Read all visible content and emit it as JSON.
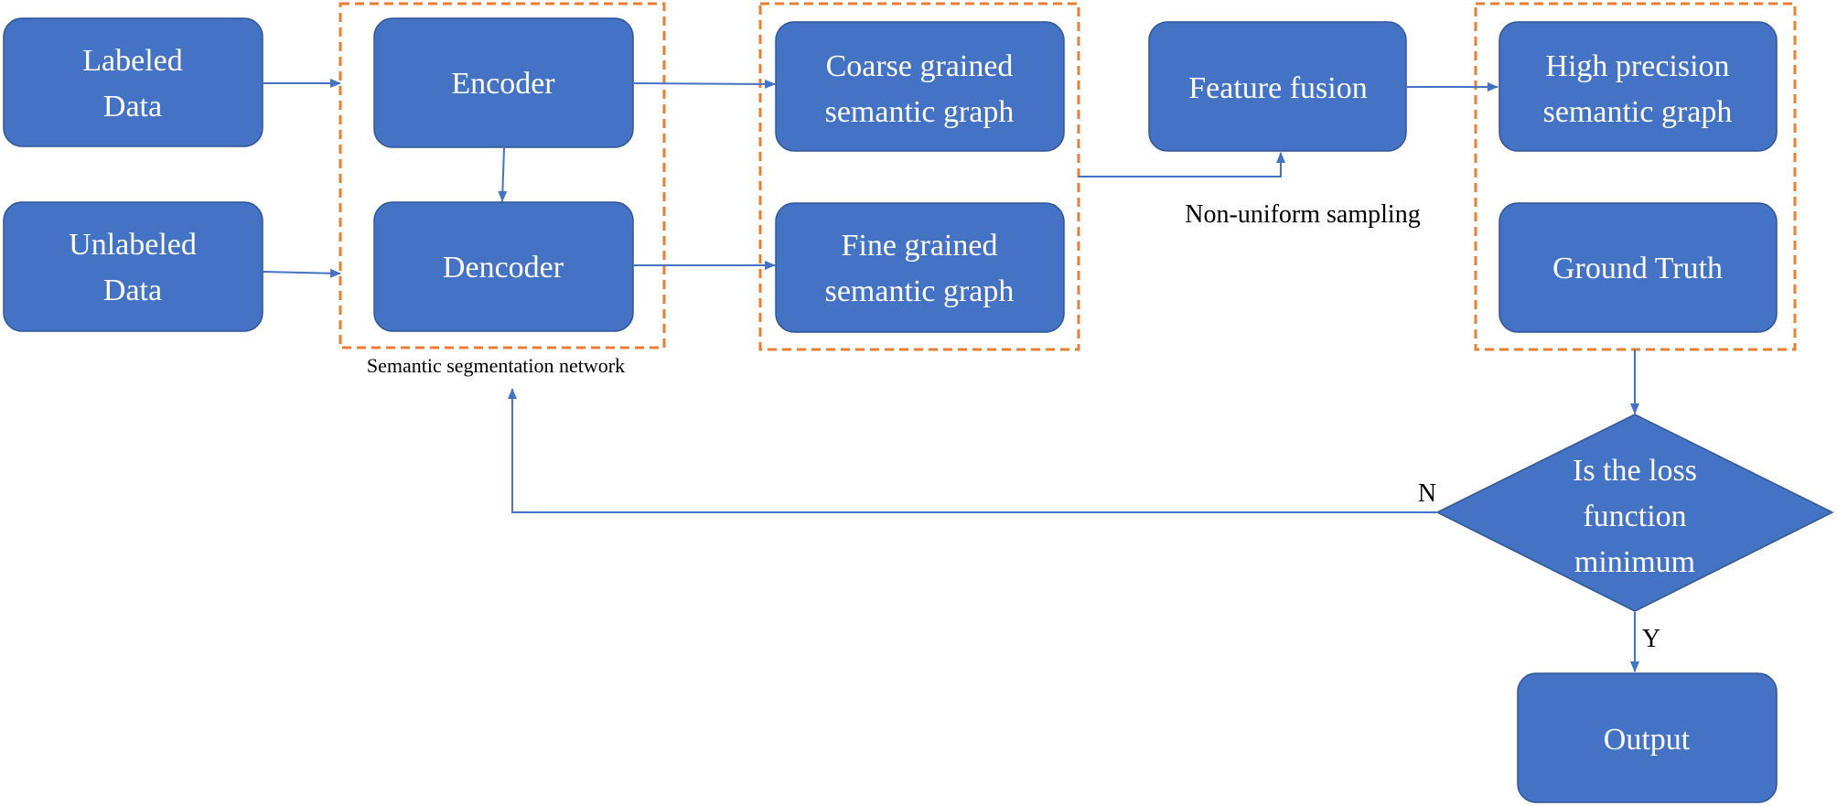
{
  "nodes": {
    "labeled_data": [
      "Labeled",
      "Data"
    ],
    "unlabeled_data": [
      "Unlabeled",
      "Data"
    ],
    "encoder": [
      "Encoder"
    ],
    "decoder": [
      "Dencoder"
    ],
    "coarse_graph": [
      "Coarse grained",
      "semantic graph"
    ],
    "fine_graph": [
      "Fine grained",
      "semantic graph"
    ],
    "feature_fusion": [
      "Feature fusion"
    ],
    "high_precision_graph": [
      "High precision",
      "semantic graph"
    ],
    "ground_truth": [
      "Ground Truth"
    ],
    "loss_check": [
      "Is the loss",
      "function",
      "minimum"
    ],
    "output": [
      "Output"
    ]
  },
  "labels": {
    "network": "Semantic segmentation network",
    "sampling": "Non-uniform sampling",
    "no": "N",
    "yes": "Y"
  },
  "colors": {
    "node_fill": "#4472c4",
    "node_text": "#ffffff",
    "group_border": "#ed7d31",
    "edge": "#4472c4"
  }
}
